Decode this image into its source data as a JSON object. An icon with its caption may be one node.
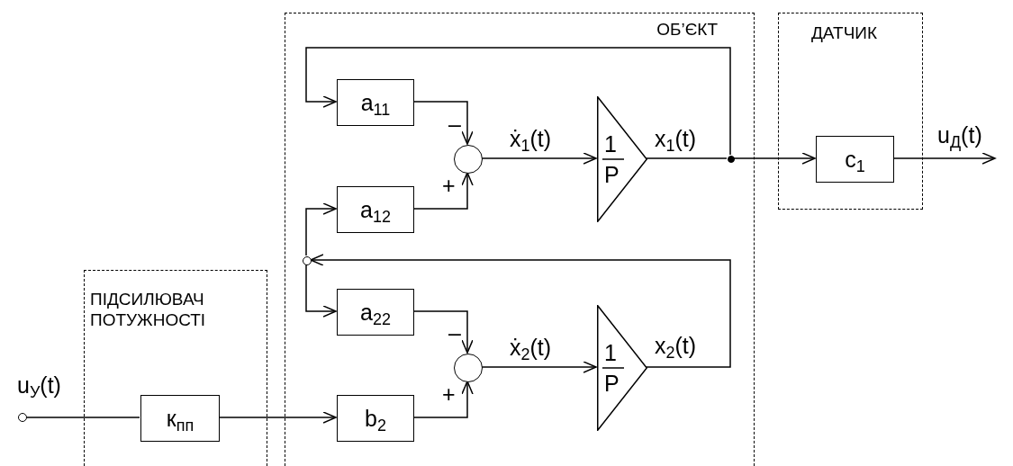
{
  "diagram": {
    "nodes": [
      {
        "text": [
          "ПІДСИЛЮВАЧ ПОТУЖНОСТІ"
        ]
      },
      {
        "text": [
          "ОБ’ЄКТ"
        ]
      },
      {
        "text": [
          "ДАТЧИК"
        ]
      },
      {
        "text": [],
        "shape": "circle",
        "beside": [
          "u$_{У}$(t)"
        ]
      },
      {
        "text": [
          "к$_{пп}$"
        ],
        "in": 0
      },
      {
        "text": [
          "a$_{11}$"
        ],
        "in": 1
      },
      {
        "text": [
          "a$_{12}$"
        ],
        "in": 1
      },
      {
        "text": [
          "a$_{22}$"
        ],
        "in": 1
      },
      {
        "text": [
          "b$_{2}$"
        ],
        "in": 1
      },
      {
        "text": [],
        "shape": "circle",
        "in": 1
      },
      {
        "text": [],
        "shape": "circle",
        "in": 1
      },
      {
        "text": [
          "1",
          "P"
        ],
        "in": 1
      },
      {
        "text": [
          "1",
          "P"
        ],
        "in": 1
      },
      {
        "text": [],
        "shape": "dot",
        "in": 1
      },
      {
        "text": [],
        "shape": "circle",
        "in": 1
      },
      {
        "text": [
          "c$_{1}$"
        ],
        "in": 2
      }
    ],
    "edges": [
      {
        "from": 3,
        "to": 4,
        "arrow": "none"
      },
      {
        "from": 4,
        "to": 8,
        "arrow": "to"
      },
      {
        "from": 5,
        "to": 9,
        "arrow": "to",
        "label": "–"
      },
      {
        "from": 6,
        "to": 9,
        "arrow": "to",
        "label": "+"
      },
      {
        "from": 7,
        "to": 10,
        "arrow": "to",
        "label": "–"
      },
      {
        "from": 8,
        "to": 10,
        "arrow": "to",
        "label": "+"
      },
      {
        "from": 9,
        "to": 11,
        "arrow": "to",
        "label": "ẋ$_{1}$(t)"
      },
      {
        "from": 10,
        "to": 12,
        "arrow": "to",
        "label": "ẋ$_{2}$(t)"
      },
      {
        "from": 11,
        "to": 13,
        "arrow": "none",
        "label": "x$_{1}$(t)"
      },
      {
        "from": 13,
        "to": 15,
        "arrow": "to"
      },
      {
        "from": 13,
        "to": 5,
        "arrow": "to"
      },
      {
        "from": 12,
        "to": 14,
        "arrow": "to",
        "label": "x$_{2}$(t)"
      },
      {
        "from": 14,
        "to": 6,
        "arrow": "to"
      },
      {
        "from": 14,
        "to": 7,
        "arrow": "to"
      },
      {
        "from": 15,
        "to": null,
        "arrow": "to",
        "label": "u$_{Д}$(t)"
      }
    ]
  }
}
